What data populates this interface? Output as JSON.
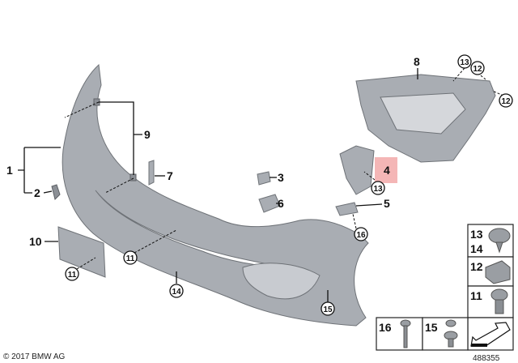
{
  "diagram": {
    "callouts": [
      "1",
      "2",
      "3",
      "4",
      "5",
      "6",
      "7",
      "8",
      "9",
      "10"
    ],
    "circled_refs": {
      "bracket_top_13": "13",
      "bracket_top_12a": "12",
      "bracket_top_12b": "12",
      "part4_13": "13",
      "part5_16": "16",
      "plate_11": "11",
      "bumper_11": "11",
      "bumper_14": "14",
      "bumper_15": "15"
    },
    "highlighted_callout": "4",
    "highlight_color": "#f4b6b6",
    "part_color": "#a9adb3"
  },
  "legend": {
    "cells": [
      {
        "labels": [
          "13",
          "14"
        ],
        "icon": "clip-nut-icon"
      },
      {
        "labels": [
          "12"
        ],
        "icon": "spring-nut-icon"
      },
      {
        "labels": [
          "11"
        ],
        "icon": "screw-icon"
      },
      {
        "labels": [],
        "icon": "arrow-icon"
      },
      {
        "labels": [
          "16"
        ],
        "icon": "long-bolt-icon"
      },
      {
        "labels": [
          "15"
        ],
        "icon": "expanding-rivet-icon"
      }
    ]
  },
  "footer": {
    "copyright": "© 2017 BMW AG",
    "diagram_number": "488355"
  }
}
